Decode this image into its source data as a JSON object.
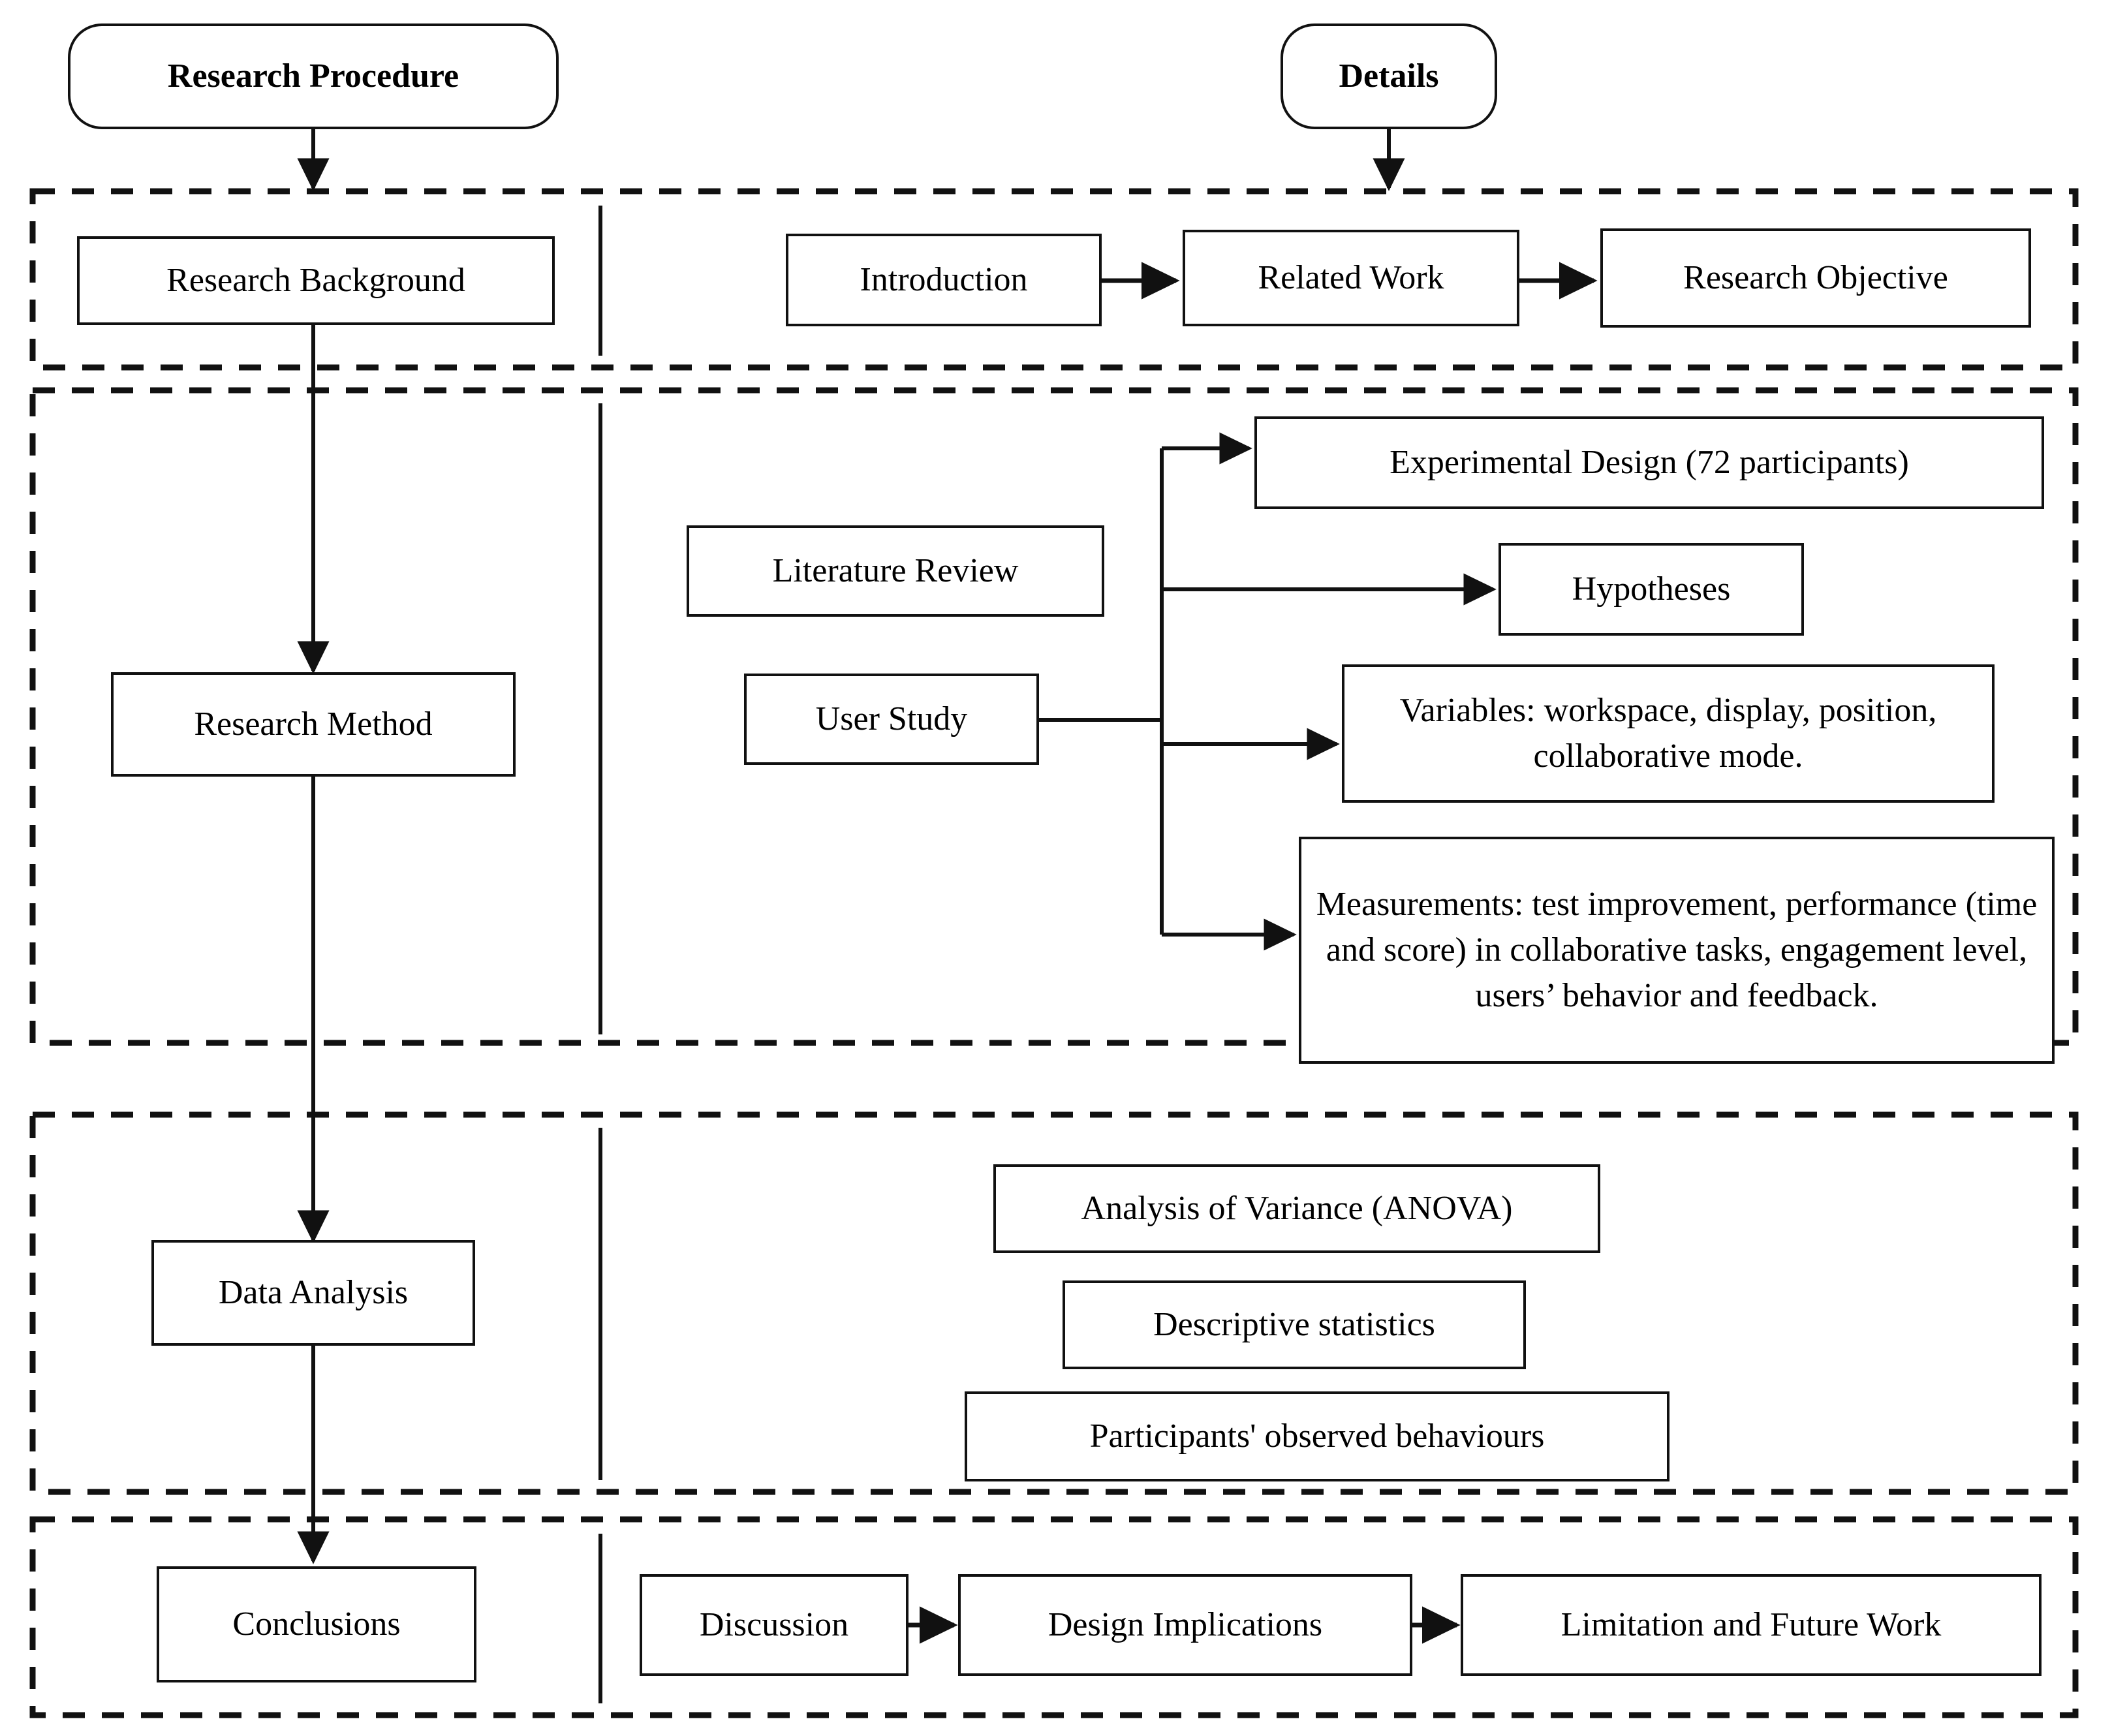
{
  "diagram": {
    "title": "Research Procedure Flowchart",
    "type": "flowchart",
    "columns": [
      {
        "id": "procedure",
        "label": "Research Procedure"
      },
      {
        "id": "details",
        "label": "Details"
      }
    ],
    "headers": {
      "left": "Research Procedure",
      "right": "Details"
    },
    "sections": [
      {
        "id": "background",
        "stage": "Research Background",
        "details": [
          "Introduction",
          "Related Work",
          "Research Objective"
        ],
        "detail_flow": "sequential"
      },
      {
        "id": "method",
        "stage": "Research Method",
        "sources": [
          "Literature Review",
          "User Study"
        ],
        "details": [
          "Experimental Design (72 participants)",
          "Hypotheses",
          "Variables: workspace, display, position, collaborative mode.",
          "Measurements: test improvement, performance (time and score) in collaborative tasks, engagement level, users’ behavior and feedback."
        ],
        "detail_flow": "branching"
      },
      {
        "id": "analysis",
        "stage": "Data Analysis",
        "details": [
          "Analysis of Variance (ANOVA)",
          "Descriptive statistics",
          "Participants' observed behaviours"
        ],
        "detail_flow": "list"
      },
      {
        "id": "conclusions",
        "stage": "Conclusions",
        "details": [
          "Discussion",
          "Design Implications",
          "Limitation and Future Work"
        ],
        "detail_flow": "sequential"
      }
    ],
    "nodes": {
      "header_procedure": "Research Procedure",
      "header_details": "Details",
      "research_background": "Research Background",
      "introduction": "Introduction",
      "related_work": "Related Work",
      "research_objective": "Research Objective",
      "research_method": "Research Method",
      "literature_review": "Literature Review",
      "user_study": "User Study",
      "experimental_design": "Experimental Design (72 participants)",
      "hypotheses": "Hypotheses",
      "variables": "Variables: workspace, display, position, collaborative mode.",
      "measurements": "Measurements: test improvement, performance (time and score) in collaborative tasks, engagement level, users’ behavior and feedback.",
      "data_analysis": "Data Analysis",
      "anova": "Analysis of Variance (ANOVA)",
      "descriptive_statistics": "Descriptive statistics",
      "observed_behaviours": "Participants' observed behaviours",
      "conclusions": "Conclusions",
      "discussion": "Discussion",
      "design_implications": "Design Implications",
      "limitation_future_work": "Limitation and Future Work"
    },
    "colors": {
      "stroke": "#111111",
      "background": "#ffffff",
      "text": "#000000"
    }
  }
}
